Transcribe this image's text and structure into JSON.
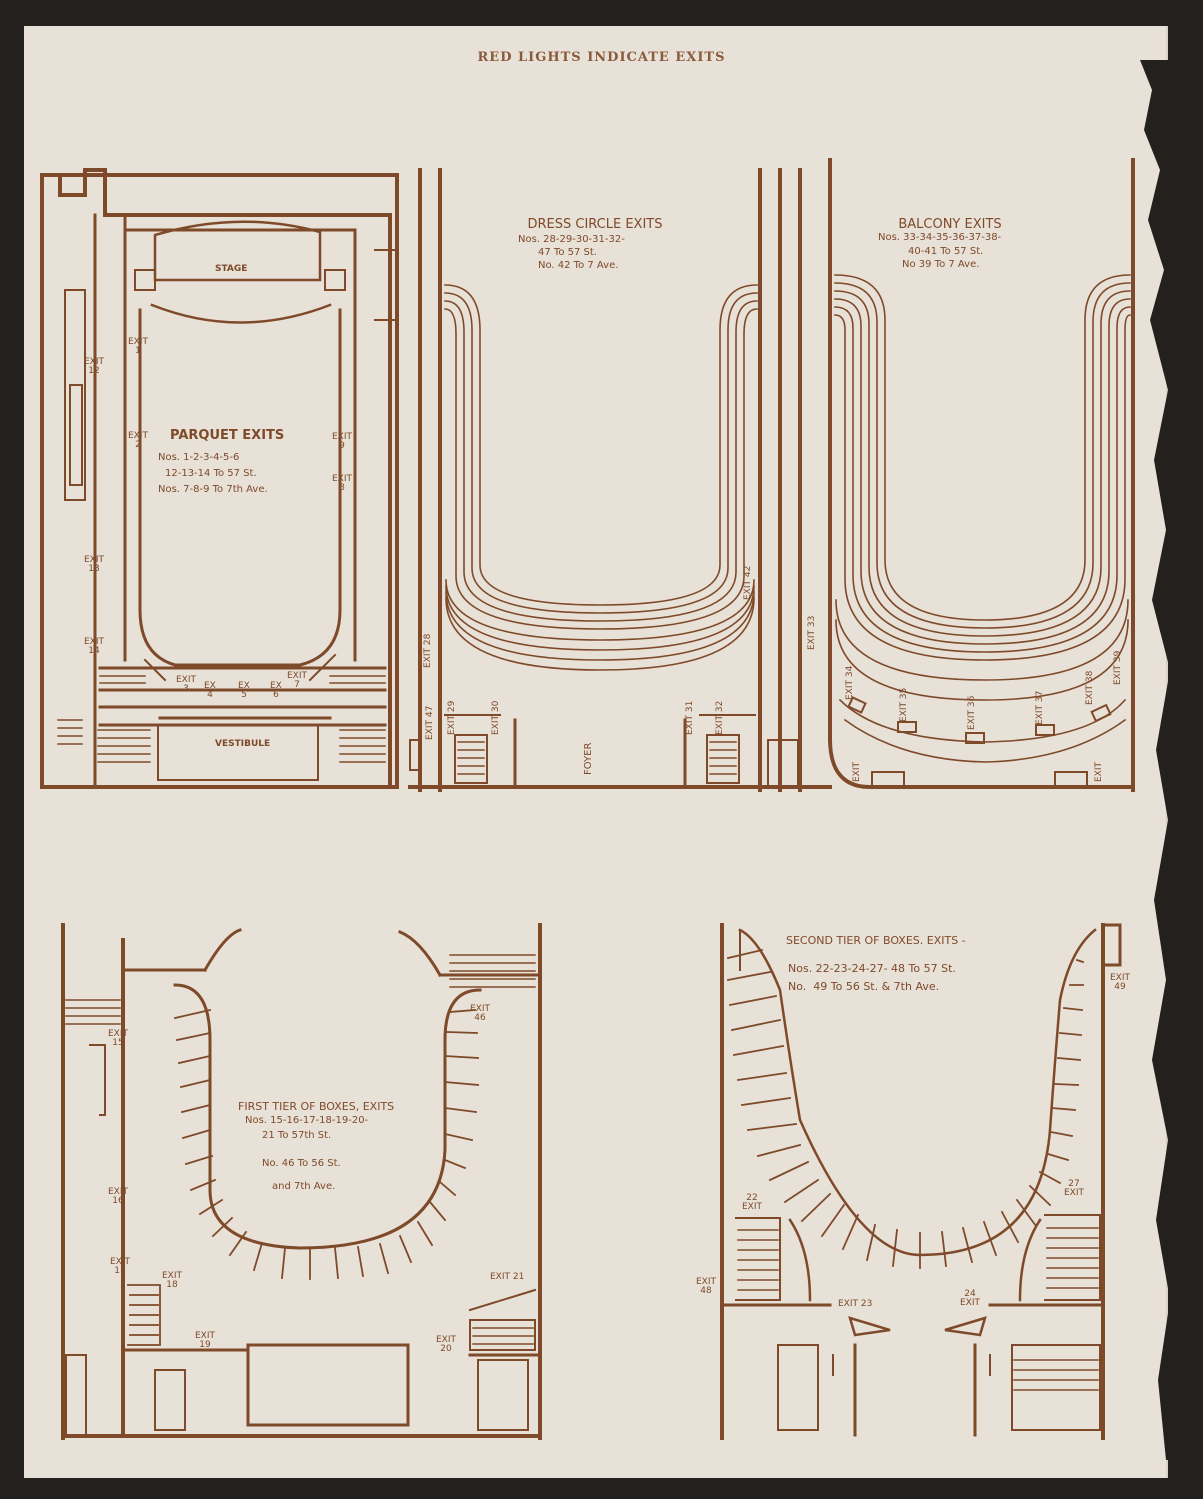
{
  "header": "RED LIGHTS INDICATE EXITS",
  "colors": {
    "ink": "#7f4a2a",
    "paper": "#e7e1d7",
    "background": "#23201d"
  },
  "parquet": {
    "stage": "STAGE",
    "vestibule": "VESTIBULE",
    "title": "PARQUET EXITS",
    "line1": "Nos. 1-2-3-4-5-6",
    "line2": "12-13-14 To 57 St.",
    "line3": "Nos. 7-8-9 To 7th Ave.",
    "exits": {
      "e1": "EXIT\n1",
      "e2": "EXIT\n2",
      "e3": "EXIT\n3",
      "e4": "EX\n4",
      "e5": "EX\n5",
      "e6": "EX\n6",
      "e7": "EXIT\n7",
      "e8": "EXIT\n8",
      "e9": "EXIT\n9",
      "e12": "EXIT\n12",
      "e13": "EXIT\n13",
      "e14": "EXIT\n14"
    }
  },
  "dress_circle": {
    "title": "DRESS CIRCLE EXITS",
    "line1": "Nos. 28-29-30-31-32-",
    "line2": "47 To 57 St.",
    "line3": "No. 42 To 7 Ave.",
    "foyer": "FOYER",
    "exits": {
      "e28": "EXIT 28",
      "e29": "EXIT 29",
      "e30": "EXIT 30",
      "e31": "EXIT 31",
      "e32": "EXIT 32",
      "e42": "EXIT 42",
      "e47": "EXIT 47"
    }
  },
  "balcony": {
    "title": "BALCONY EXITS",
    "line1": "Nos. 33-34-35-36-37-38-",
    "line2": "40-41 To 57 St.",
    "line3": "No 39 To 7 Ave.",
    "exits": {
      "e33": "EXIT 33",
      "e34": "EXIT 34",
      "e35": "EXIT 35",
      "e36": "EXIT 36",
      "e37": "EXIT 37",
      "e38": "EXIT 38",
      "e39": "EXIT 39",
      "e40": "EXIT",
      "e41": "EXIT"
    }
  },
  "first_tier": {
    "title": "FIRST TIER OF BOXES, EXITS",
    "line1": "Nos. 15-16-17-18-19-20-",
    "line2": "21 To 57th St.",
    "line3": "No. 46 To 56 St.",
    "line4": "and 7th Ave.",
    "exits": {
      "e15": "EXIT\n15",
      "e16": "EXIT\n16",
      "e17": "EXIT\n17",
      "e18": "EXIT\n18",
      "e19": "EXIT\n19",
      "e20": "EXIT\n20",
      "e21": "EXIT 21",
      "e46": "EXIT\n46"
    }
  },
  "second_tier": {
    "title": "SECOND TIER OF BOXES. EXITS -",
    "line1": "Nos. 22-23-24-27- 48 To 57 St.",
    "line2": "No.  49 To 56 St. & 7th Ave.",
    "exits": {
      "e22": "22\nEXIT",
      "e23": "EXIT 23",
      "e24": "24\nEXIT",
      "e27": "27\nEXIT",
      "e48": "EXIT\n48",
      "e49": "EXIT\n49"
    }
  }
}
